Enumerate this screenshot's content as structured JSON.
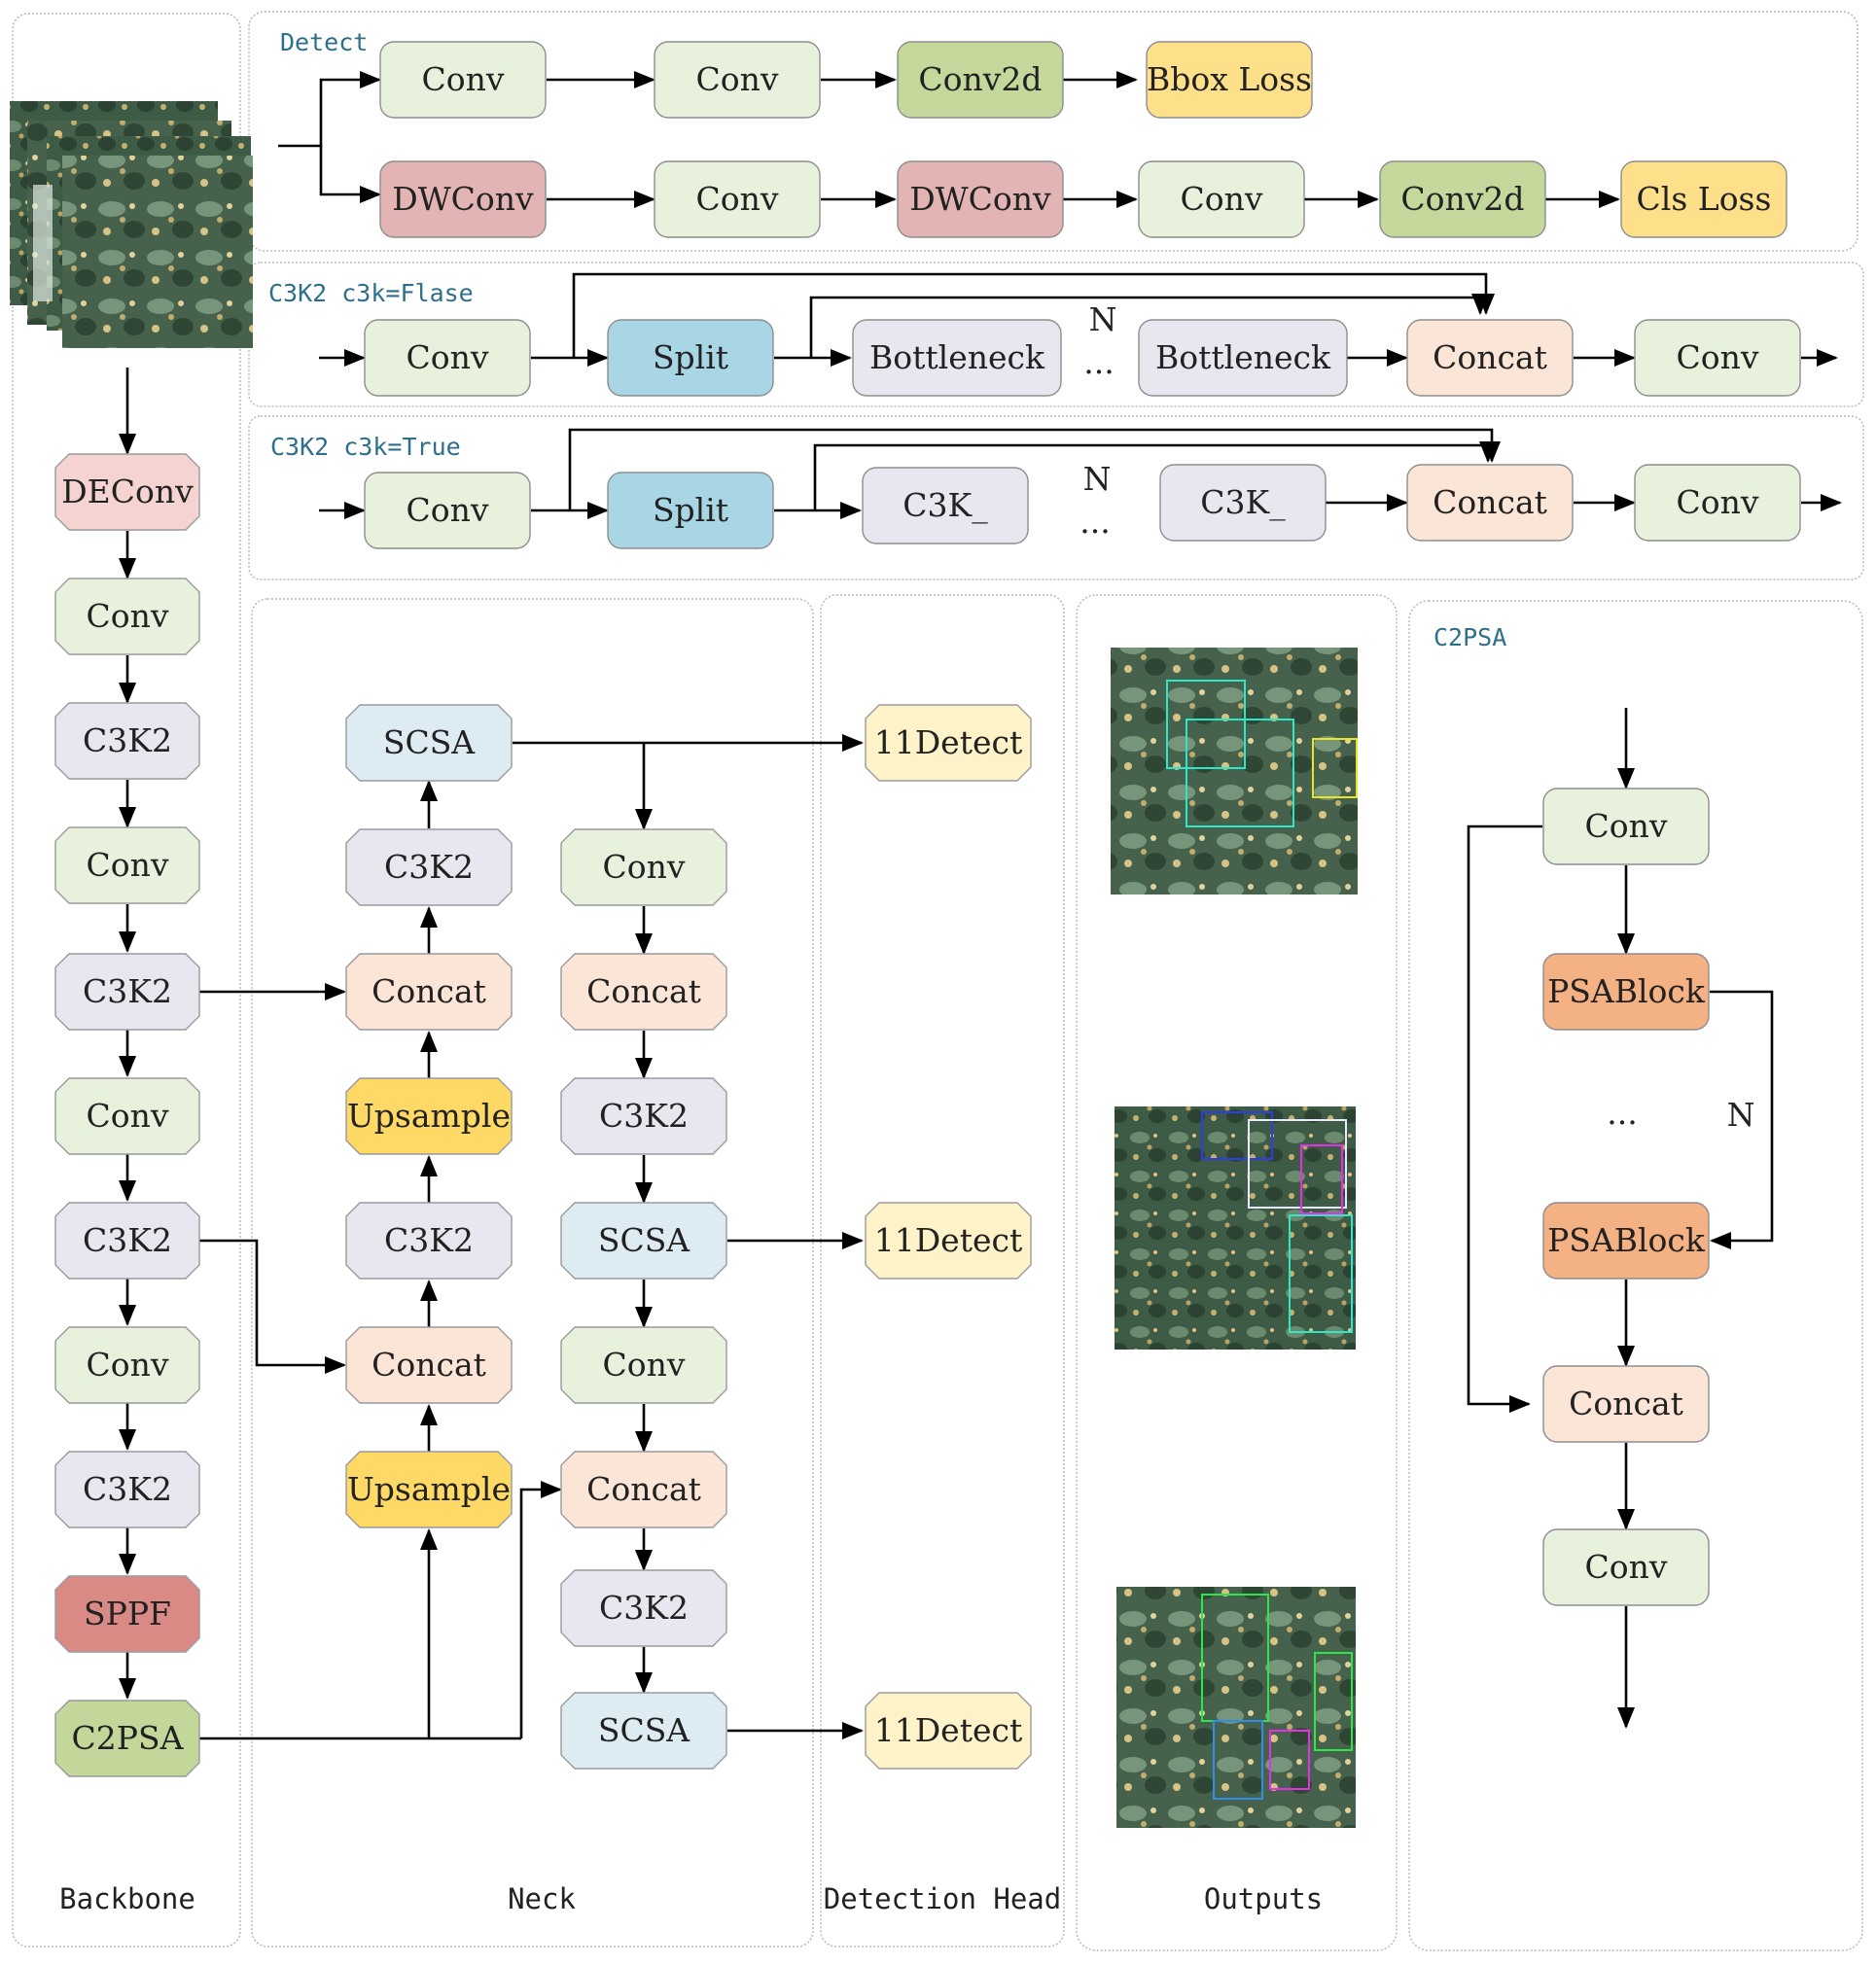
{
  "colors": {
    "conv": "#e8f1dc",
    "conv2d": "#c4d89c",
    "dwconv": "#e3b4b4",
    "bbox_loss": "#ffe08a",
    "cls_loss": "#ffe08a",
    "split": "#a9d6e5",
    "bottleneck": "#e8e6ef",
    "concat": "#fbe5d6",
    "c3k2": "#e8e6ef",
    "deconv": "#f5d3d0",
    "sppf": "#d98a85",
    "c2psa": "#c3d79b",
    "scsa": "#ddebf3",
    "upsample": "#ffd966",
    "detect": "#fdf2c8",
    "psablock": "#f4b183"
  },
  "sections": {
    "backbone": "Backbone",
    "neck": "Neck",
    "detection_head": "Detection Head",
    "outputs": "Outputs"
  },
  "detect_panel": {
    "label": "Detect",
    "row1": [
      "Conv",
      "Conv",
      "Conv2d",
      "Bbox Loss"
    ],
    "row2": [
      "DWConv",
      "Conv",
      "DWConv",
      "Conv",
      "Conv2d",
      "Cls Loss"
    ]
  },
  "c3k2_false_panel": {
    "label": "C3K2 c3k=Flase",
    "nodes": [
      "Conv",
      "Split",
      "Bottleneck",
      "Bottleneck",
      "Concat",
      "Conv"
    ],
    "n_label": "N",
    "ellipsis": "..."
  },
  "c3k2_true_panel": {
    "label": "C3K2 c3k=True",
    "nodes": [
      "Conv",
      "Split",
      "C3K_",
      "C3K_",
      "Concat",
      "Conv"
    ],
    "n_label": "N",
    "ellipsis": "..."
  },
  "backbone": {
    "nodes": [
      "DEConv",
      "Conv",
      "C3K2",
      "Conv",
      "C3K2",
      "Conv",
      "C3K2",
      "Conv",
      "C3K2",
      "SPPF",
      "C2PSA"
    ]
  },
  "neck": {
    "left_column": [
      "SCSA",
      "C3K2",
      "Concat",
      "Upsample",
      "C3K2",
      "Concat",
      "Upsample"
    ],
    "right_column": [
      "Conv",
      "Concat",
      "C3K2",
      "SCSA",
      "Conv",
      "Concat",
      "C3K2",
      "SCSA"
    ]
  },
  "detection_head": {
    "nodes": [
      "11Detect",
      "11Detect",
      "11Detect"
    ]
  },
  "c2psa_panel": {
    "label": "C2PSA",
    "nodes": [
      "Conv",
      "PSABlock",
      "PSABlock",
      "Concat",
      "Conv"
    ],
    "ellipsis": "...",
    "n_label": "N"
  },
  "images": {
    "input": "leaf mosaic input image",
    "outputs": [
      "detection output 1",
      "detection output 2",
      "detection output 3"
    ]
  }
}
